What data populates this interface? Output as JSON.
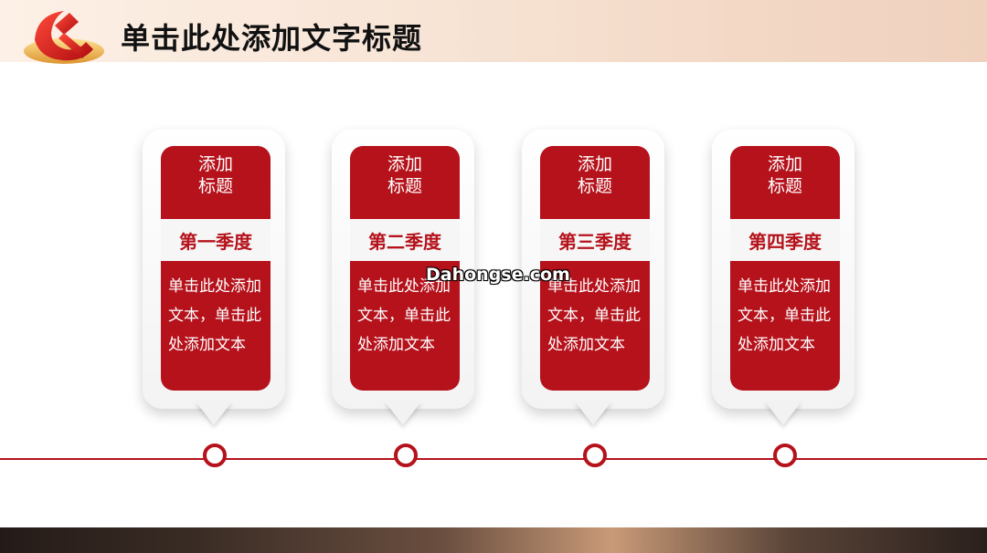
{
  "slide": {
    "title": "单击此处添加文字标题",
    "watermark": "Dahongse.com"
  },
  "cards": [
    {
      "title_line1": "添加",
      "title_line2": "标题",
      "season": "第一季度",
      "text": "单击此处添加文本，单击此处添加文本"
    },
    {
      "title_line1": "添加",
      "title_line2": "标题",
      "season": "第二季度",
      "text": "单击此处添加文本，单击此处添加文本"
    },
    {
      "title_line1": "添加",
      "title_line2": "标题",
      "season": "第三季度",
      "text": "单击此处添加文本，单击此处添加文本"
    },
    {
      "title_line1": "添加",
      "title_line2": "标题",
      "season": "第四季度",
      "text": "单击此处添加文本，单击此处添加文本"
    }
  ],
  "colors": {
    "accent": "#b5121b",
    "panel_band": "#f6f6f6",
    "logo_gold": "#f2c14e"
  },
  "icons": {
    "logo": "hammer-sickle-icon"
  }
}
